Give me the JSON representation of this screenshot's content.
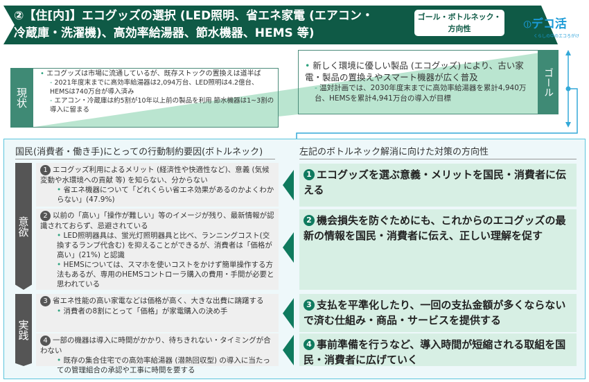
{
  "header": {
    "title_line1": "②【住[内]】エコグッズの選択 (LED照明、省エネ家電 (エアコン・",
    "title_line2": "冷蔵庫・洗濯機)、高効率給湯器、節水機器、HEMS 等)",
    "badge_line1": "ゴール・ボトルネック・",
    "badge_line2": "方向性",
    "logo_main": "デコ活",
    "logo_sub": "くらしの中のエコろがけ"
  },
  "current": {
    "label": "現状",
    "bullet": "エコグッズは市場に流通しているが、既存ストックの置換えは道半ば",
    "subs": [
      "2021年度末までに高効率給湯器は2,094万台、LED照明は4.2億台、HEMSは740万台が導入済み",
      "エアコン・冷蔵庫は約5割が10年以上前の製品を利用 節水機器は1~3割の導入に留まる"
    ]
  },
  "goal": {
    "label": "ゴール",
    "bullet": "新しく環境に優しい製品 (エコグッズ) により、古い家電・製品の置換えやスマート機器が広く普及",
    "sub": "温対計画では、2030年度末までに高効率給湯器を累計4,940万台、HEMSを累計4,941万台の導入が目標"
  },
  "left_header": "国民(消費者・働き手)にとっての行動制約要因(ボトルネック)",
  "right_header": "左記のボトルネック解消に向けた対策の方向性",
  "groups": [
    "意欲",
    "実践"
  ],
  "bottlenecks": [
    {
      "num": "1",
      "text": "エコグッズ利用によるメリット (経済性や快適性など)、意義 (気候変動や水環境への貢献 等) を知らない、分からない",
      "subs": [
        "省エネ機器について「どれくらい省エネ効果があるのかよくわからない」(47.9%)"
      ]
    },
    {
      "num": "2",
      "text": "以前の「高い」「操作が難しい」等のイメージが残り、最新情報が認識されておらず、忌避されている",
      "subs": [
        "LED照明器具は、蛍光灯照明器具と比べ、ランニングコスト(交換するランプ代含む) を抑えることができるが、消費者は「価格が高い」(21%) と認識",
        "HEMSについては、スマホを使いコストをかけず簡単操作する方法もあるが、専用のHEMSコントローラ購入の費用・手間が必要と思われている"
      ]
    },
    {
      "num": "3",
      "text": "省エネ性能の高い家電などは価格が高く、大きな出費に躊躇する",
      "subs": [
        "消費者の8割にとって「価格」が家電購入の決め手"
      ]
    },
    {
      "num": "4",
      "text": "一部の機器は導入に時間がかかり、待ちきれない・タイミングが合わない",
      "subs": [
        "既存の集合住宅での高効率給湯器 (潜熱回収型) の導入に当たっての管理組合の承認や工事に時間を要する"
      ]
    }
  ],
  "measures": [
    {
      "num": "1",
      "text": "エコグッズを選ぶ意義・メリットを国民・消費者に伝える"
    },
    {
      "num": "2",
      "text": "機会損失を防ぐためにも、これからのエコグッズの最新の情報を国民・消費者に伝え、正しい理解を促す"
    },
    {
      "num": "3",
      "text": "支払を平準化したり、一回の支払金額が多くならないで済む仕組み・商品・サービスを提供する"
    },
    {
      "num": "4",
      "text": "事前準備を行うなど、導入時間が短縮される取組を国民・消費者に広げていく"
    }
  ]
}
